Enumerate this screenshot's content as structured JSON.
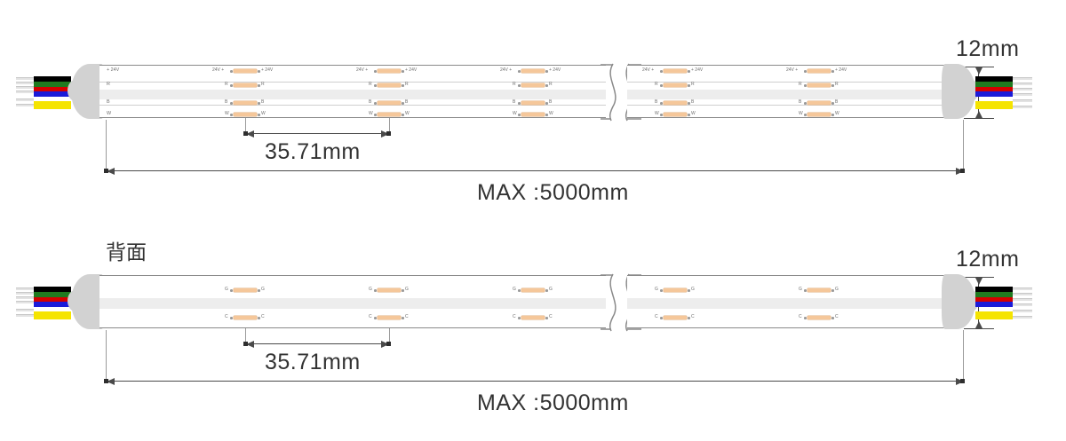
{
  "drawing": {
    "title": "LED Strip Dimensional Drawing",
    "views": [
      {
        "id": "front",
        "label": "",
        "width_label": "12mm",
        "pitch_label": "35.71mm",
        "length_label": "MAX :5000mm",
        "rails": [
          {
            "name": "plus24v",
            "label_left": "+ 24V",
            "label_pad_left": "24V  +",
            "label_pad_right": "+  24V"
          },
          {
            "name": "red",
            "label_left": "R",
            "label_pad_left": "R",
            "label_pad_right": "R"
          },
          {
            "name": "blue",
            "label_left": "B",
            "label_pad_left": "B",
            "label_pad_right": "B"
          },
          {
            "name": "white",
            "label_left": "W",
            "label_pad_left": "W",
            "label_pad_right": "W"
          }
        ]
      },
      {
        "id": "rear",
        "label": "背面",
        "width_label": "12mm",
        "pitch_label": "35.71mm",
        "length_label": "MAX :5000mm",
        "rails": [
          {
            "name": "green",
            "label_left": "",
            "label_pad_left": "G",
            "label_pad_right": "G"
          },
          {
            "name": "common",
            "label_left": "",
            "label_pad_left": "C",
            "label_pad_right": "C"
          }
        ]
      }
    ],
    "connector": {
      "wire_colors": [
        "#000000",
        "#1f7a1f",
        "#d40000",
        "#1b1bd9",
        "#f5e400"
      ],
      "wire_names": [
        "black-wire",
        "green-wire",
        "red-wire",
        "blue-wire",
        "yellow-wire"
      ],
      "lead_color": "#e3e3e3"
    },
    "colors": {
      "strip_outline": "#8a8a8a",
      "strip_fill": "#ffffff",
      "strip_band": "#ededed",
      "endcap": "#d2d2d2",
      "pad": "#f5c79a",
      "dimension": "#4a4a4a",
      "text": "#333333"
    }
  }
}
